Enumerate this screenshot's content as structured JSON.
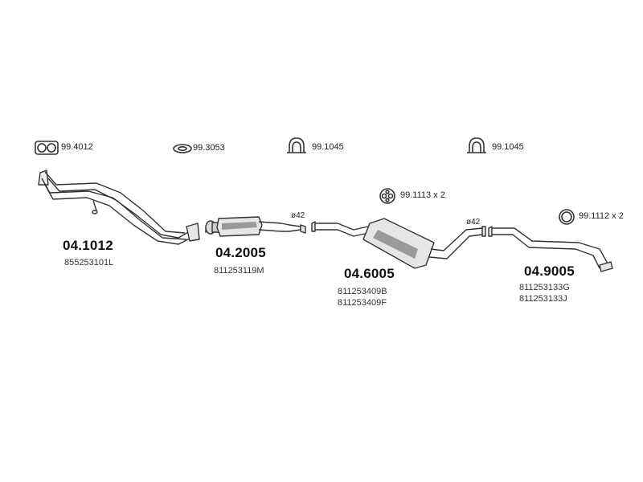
{
  "accessories": [
    {
      "code": "99.4012",
      "icon": "double-ring-gasket-icon"
    },
    {
      "code": "99.3053",
      "icon": "ring-gasket-icon"
    },
    {
      "code": "99.1045",
      "icon": "u-clamp-icon"
    },
    {
      "code": "99.1045",
      "icon": "u-clamp-icon"
    },
    {
      "code": "99.1113 x 2",
      "icon": "rubber-mount-icon"
    },
    {
      "code": "99.1112 x 2",
      "icon": "o-ring-icon"
    }
  ],
  "parts": [
    {
      "number": "04.1012",
      "oem": [
        "855253101L"
      ]
    },
    {
      "number": "04.2005",
      "oem": [
        "811253119M"
      ]
    },
    {
      "number": "04.6005",
      "oem": [
        "811253409B",
        "811253409F"
      ]
    },
    {
      "number": "04.9005",
      "oem": [
        "811253133G",
        "811253133J"
      ]
    }
  ],
  "diameters": [
    "ø42",
    "ø42"
  ],
  "colors": {
    "line": "#333333",
    "fill": "#e6e6e6",
    "shade": "#9a9a9a"
  }
}
